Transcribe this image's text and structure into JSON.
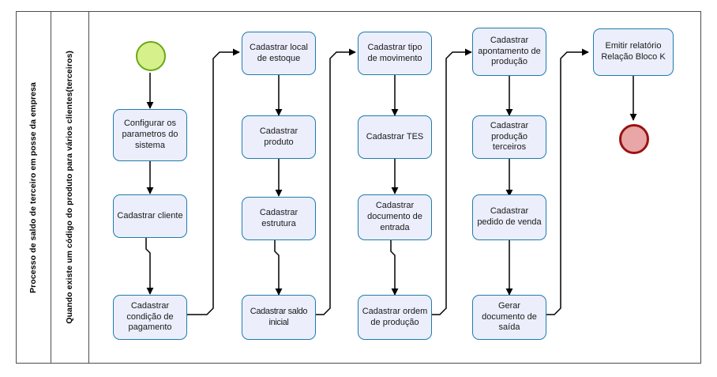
{
  "diagram": {
    "type": "bpmn-flowchart",
    "pool_label": "Processo de saldo de terceiro em posse da empresa",
    "lane_label": "Quando existe um código do produto para vários clientes(terceiros)",
    "colors": {
      "task_fill": "#eceefb",
      "task_border": "#1f7cad",
      "start_fill": "#d6f08c",
      "start_border": "#6aa814",
      "end_fill": "#e8a6a6",
      "end_border": "#9b1212",
      "frame_border": "#4d4d4d",
      "connector": "#000000"
    },
    "start_event": {
      "name": "start-event"
    },
    "end_event": {
      "name": "end-event"
    },
    "columns": [
      {
        "id": "col-1",
        "tasks": [
          {
            "id": "task-configurar-parametros",
            "label": "Configurar os parametros do sistema"
          },
          {
            "id": "task-cadastrar-cliente",
            "label": "Cadastrar cliente"
          },
          {
            "id": "task-cadastrar-condicao-pagamento",
            "label": "Cadastrar condição de pagamento"
          }
        ]
      },
      {
        "id": "col-2",
        "tasks": [
          {
            "id": "task-cadastrar-local-estoque",
            "label": "Cadastrar local de estoque"
          },
          {
            "id": "task-cadastrar-produto",
            "label": "Cadastrar produto"
          },
          {
            "id": "task-cadastrar-estrutura",
            "label": "Cadastrar estrutura"
          },
          {
            "id": "task-cadastrar-saldo-inicial",
            "label": "Cadastrar saldo inicial"
          }
        ]
      },
      {
        "id": "col-3",
        "tasks": [
          {
            "id": "task-cadastrar-tipo-movimento",
            "label": "Cadastrar tipo de movimento"
          },
          {
            "id": "task-cadastrar-tes",
            "label": "Cadastrar TES"
          },
          {
            "id": "task-cadastrar-documento-entrada",
            "label": "Cadastrar documento de entrada"
          },
          {
            "id": "task-cadastrar-ordem-producao",
            "label": "Cadastrar ordem de produção"
          }
        ]
      },
      {
        "id": "col-4",
        "tasks": [
          {
            "id": "task-cadastrar-apontamento-producao",
            "label": "Cadastrar apontamento de produção"
          },
          {
            "id": "task-cadastrar-producao-terceiros",
            "label": "Cadastrar produção terceiros"
          },
          {
            "id": "task-cadastrar-pedido-venda",
            "label": "Cadastrar pedido de venda"
          },
          {
            "id": "task-gerar-documento-saida",
            "label": "Gerar documento de saída"
          }
        ]
      },
      {
        "id": "col-5",
        "tasks": [
          {
            "id": "task-emitir-relatorio-bloco-k",
            "label": "Emitir relatório Relação Bloco K"
          }
        ]
      }
    ]
  }
}
